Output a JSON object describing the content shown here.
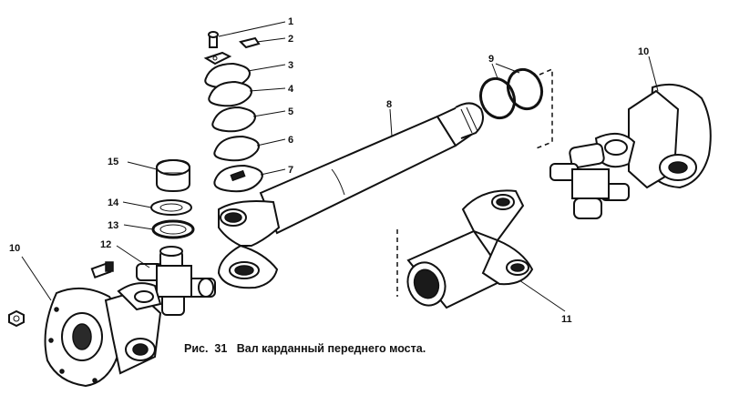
{
  "caption": "Рис.  31   Вал карданный переднего моста.",
  "part_numbers": {
    "p1": "1",
    "p2": "2",
    "p3": "3",
    "p4": "4",
    "p5": "5",
    "p6": "6",
    "p7": "7",
    "p8": "8",
    "p9": "9",
    "p10_right": "10",
    "p10_left": "10",
    "p11": "11",
    "p12": "12",
    "p13": "13",
    "p14": "14",
    "p15": "15"
  }
}
